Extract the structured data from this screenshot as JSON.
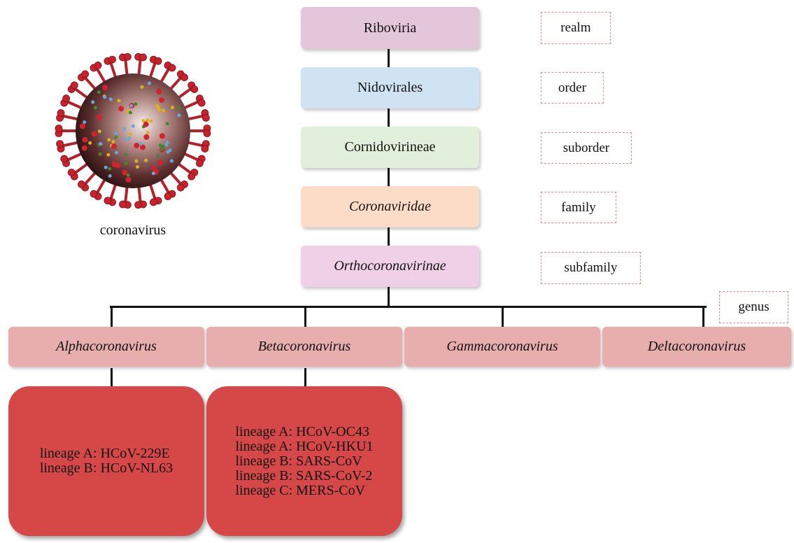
{
  "illustration": {
    "caption": "coronavirus"
  },
  "taxonomy": [
    {
      "name": "Riboviria",
      "rank": "realm",
      "italic": false
    },
    {
      "name": "Nidovirales",
      "rank": "order",
      "italic": false
    },
    {
      "name": "Cornidovirineae",
      "rank": "suborder",
      "italic": false
    },
    {
      "name": "Coronaviridae",
      "rank": "family",
      "italic": true
    },
    {
      "name": "Orthocoronavirinae",
      "rank": "subfamily",
      "italic": true
    }
  ],
  "genus_label": "genus",
  "genera": [
    "Alphacoronavirus",
    "Betacoronavirus",
    "Gammacoronavirus",
    "Deltacoronavirus"
  ],
  "lineages": {
    "alpha": [
      "lineage A: HCoV-229E",
      "lineage B: HCoV-NL63"
    ],
    "beta": [
      "lineage A: HCoV-OC43",
      "lineage A: HCoV-HKU1",
      "lineage B: SARS-CoV",
      "lineage B: SARS-CoV-2",
      "lineage C: MERS-CoV"
    ]
  },
  "colors": {
    "realm": "#e3c6da",
    "order": "#cfe3f2",
    "suborder": "#e2efdb",
    "family": "#fcdcc6",
    "subfamily": "#f0d0e6",
    "genus": "#e8aeae",
    "lineage": "#d64848",
    "rank_border": "#e88a88"
  }
}
